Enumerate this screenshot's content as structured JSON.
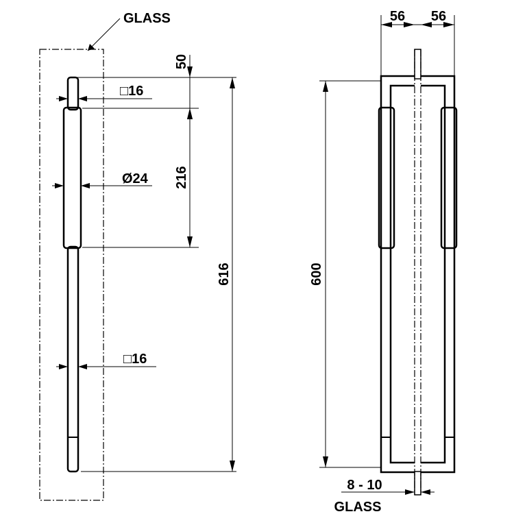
{
  "labels": {
    "glass_top": "GLASS",
    "glass_bottom": "GLASS",
    "thickness": "8 - 10"
  },
  "dimensions": {
    "top_offset": "50",
    "grip_length": "216",
    "total_length": "616",
    "square_top": "□16",
    "diameter": "Ø24",
    "square_bottom": "□16",
    "depth_left": "56",
    "depth_right": "56",
    "center_distance": "600"
  }
}
